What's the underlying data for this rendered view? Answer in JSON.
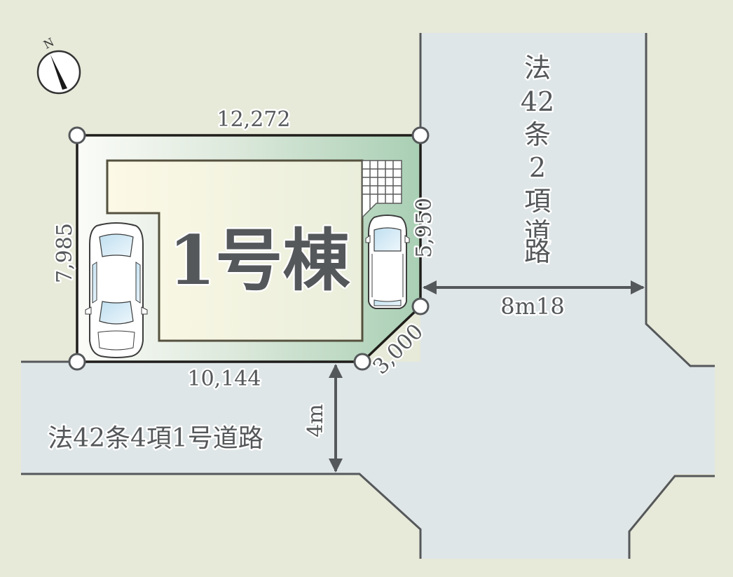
{
  "colors": {
    "background": "#e7e9d9",
    "road_fill": "#dfe6e8",
    "road_outline": "#55585a",
    "lot_outline": "#1f1d1a",
    "lot_gradient_start": "#fbfcf8",
    "lot_gradient_end": "#a9cfb4",
    "building_fill_start": "#fcf9e6",
    "building_fill_end": "#e9eedb",
    "building_outline": "#55513f",
    "text": "#55585a",
    "car_glass": "#cde6f3"
  },
  "compass": {
    "north_label": "N",
    "icon": "north-arrow-icon"
  },
  "lot": {
    "building_label": "1号棟",
    "dimensions": {
      "top": "12,272",
      "left": "7,985",
      "right": "5,950",
      "bottom": "10,144",
      "corner_cut": "3,000"
    }
  },
  "roads": {
    "east_road": {
      "label_chars": [
        "法",
        "42",
        "条",
        "2",
        "項",
        "道",
        "路"
      ],
      "label": "法42条2項道路",
      "width": "8m18"
    },
    "south_road": {
      "label": "法42条4項1号道路",
      "width": "4m"
    }
  },
  "parking": {
    "cars": [
      {
        "name": "sedan",
        "position": "west"
      },
      {
        "name": "minivan",
        "position": "east"
      }
    ]
  }
}
